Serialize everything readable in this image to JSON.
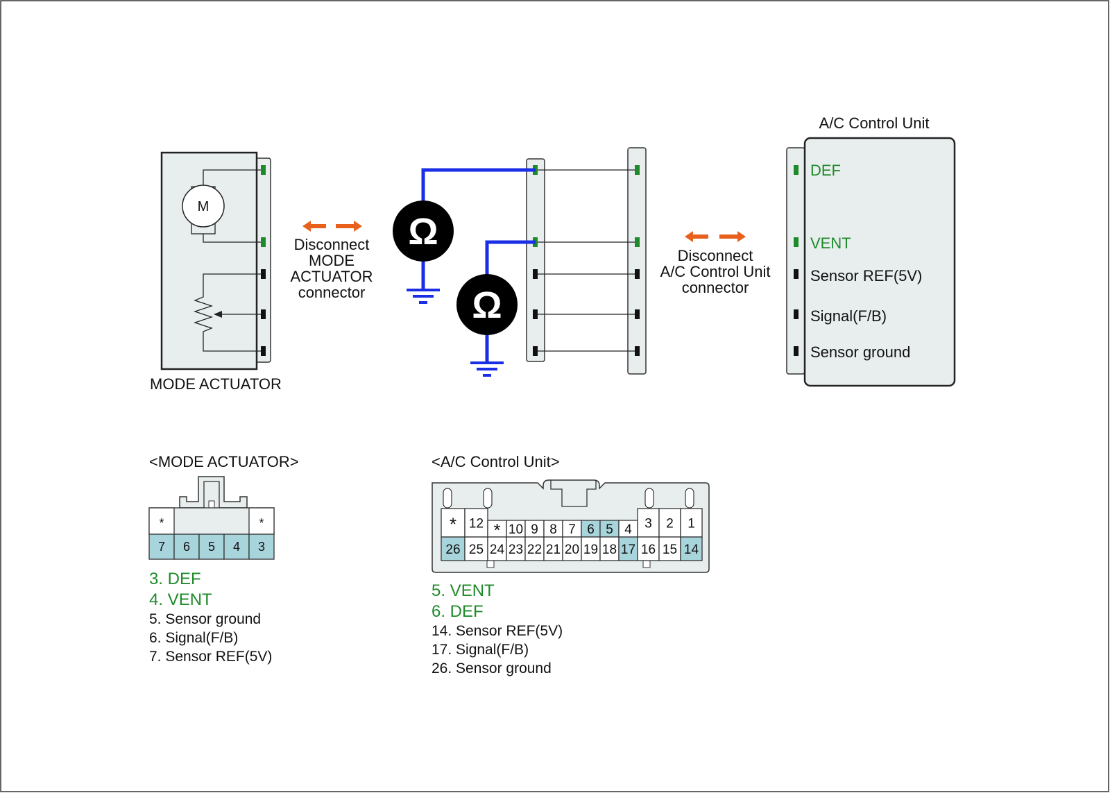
{
  "mode_actuator": {
    "title": "MODE ACTUATOR",
    "motor_symbol": "M"
  },
  "disconnect_left": [
    "Disconnect",
    "MODE",
    "ACTUATOR",
    "connector"
  ],
  "disconnect_right": [
    "Disconnect",
    "A/C Control Unit",
    "connector"
  ],
  "ohm_symbol": "Ω",
  "ac_unit": {
    "title": "A/C Control Unit",
    "pins": [
      {
        "label": "DEF",
        "color": "#1e8a2a"
      },
      {
        "label": "VENT",
        "color": "#1e8a2a"
      },
      {
        "label": "Sensor REF(5V)",
        "color": "#111111"
      },
      {
        "label": "Signal(F/B)",
        "color": "#111111"
      },
      {
        "label": "Sensor ground",
        "color": "#111111"
      }
    ]
  },
  "mode_connector": {
    "title": "<MODE ACTUATOR>",
    "top_row": [
      "*",
      "",
      "",
      "",
      "*"
    ],
    "bottom_row": [
      "7",
      "6",
      "5",
      "4",
      "3"
    ],
    "legend": [
      {
        "text": "3. DEF",
        "highlight": true
      },
      {
        "text": "4. VENT",
        "highlight": true
      },
      {
        "text": "5. Sensor ground",
        "highlight": false
      },
      {
        "text": "6. Signal(F/B)",
        "highlight": false
      },
      {
        "text": "7. Sensor REF(5V)",
        "highlight": false
      }
    ]
  },
  "ac_connector": {
    "title": "<A/C Control Unit>",
    "top_row": [
      "*",
      "12",
      "*",
      "10",
      "9",
      "8",
      "7",
      "6",
      "5",
      "4",
      "3",
      "2",
      "1"
    ],
    "bottom_row": [
      "26",
      "25",
      "24",
      "23",
      "22",
      "21",
      "20",
      "19",
      "18",
      "17",
      "16",
      "15",
      "14"
    ],
    "highlighted": [
      "5",
      "6",
      "14",
      "17",
      "26"
    ],
    "legend": [
      {
        "text": "5. VENT",
        "highlight": true
      },
      {
        "text": "6. DEF",
        "highlight": true
      },
      {
        "text": "14. Sensor REF(5V)",
        "highlight": false
      },
      {
        "text": "17. Signal(F/B)",
        "highlight": false
      },
      {
        "text": "26. Sensor ground",
        "highlight": false
      }
    ]
  },
  "colors": {
    "wire_meter": "#1a2ee6",
    "arrow": "#e8601c",
    "pin_green": "#1e8a2a",
    "highlight_cell": "#a8d4dc",
    "panel_fill": "#e8eeee"
  }
}
